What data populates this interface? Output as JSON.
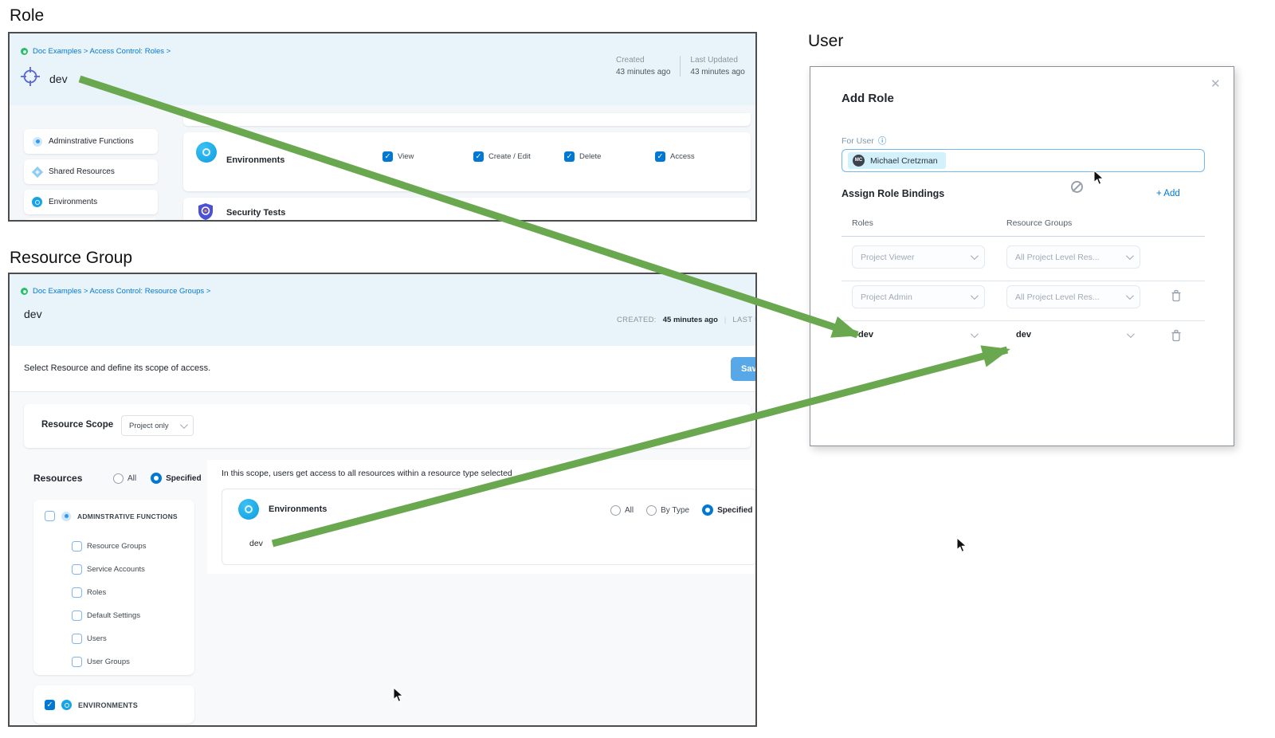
{
  "colors": {
    "accent_blue": "#0278d5",
    "arrow_green": "#6aa84f",
    "header_bg": "#e8f4fa",
    "save_button": "#58a8e8",
    "env_icon": "#0d9ce2"
  },
  "role_panel": {
    "section_title": "Role",
    "breadcrumb": "Doc Examples > Access Control: Roles >",
    "entity_name": "dev",
    "meta": {
      "created_label": "Created",
      "created_value": "43 minutes ago",
      "updated_label": "Last Updated",
      "updated_value": "43 minutes ago"
    },
    "sidebar_items": [
      {
        "label": "Adminstrative Functions"
      },
      {
        "label": "Shared Resources"
      },
      {
        "label": "Environments"
      }
    ],
    "permission_row": {
      "resource": "Environments",
      "permissions": [
        "View",
        "Create / Edit",
        "Delete",
        "Access"
      ]
    },
    "next_row": {
      "resource": "Security Tests"
    }
  },
  "resource_group_panel": {
    "section_title": "Resource Group",
    "breadcrumb": "Doc Examples > Access Control: Resource Groups >",
    "entity_name": "dev",
    "meta": {
      "created_label": "CREATED:",
      "created_value": "45 minutes ago",
      "updated_label": "LAST UPD"
    },
    "subheader": "Select Resource and define its scope of access.",
    "save_label": "Save",
    "resource_scope_label": "Resource Scope",
    "resource_scope_value": "Project only",
    "resources_label": "Resources",
    "resources_options": [
      {
        "label": "All",
        "selected": false
      },
      {
        "label": "Specified",
        "selected": true
      }
    ],
    "tree": {
      "parent": "ADMINSTRATIVE FUNCTIONS",
      "children": [
        "Resource Groups",
        "Service Accounts",
        "Roles",
        "Default Settings",
        "Users",
        "User Groups"
      ],
      "environments": "ENVIRONMENTS"
    },
    "scope_note": "In this scope, users get access to all resources within a resource type selected",
    "env_row": {
      "resource": "Environments",
      "options": [
        {
          "label": "All",
          "selected": false
        },
        {
          "label": "By Type",
          "selected": false
        },
        {
          "label": "Specified",
          "selected": true
        }
      ],
      "item": "dev"
    }
  },
  "user_panel": {
    "section_title": "User",
    "dialog_title": "Add Role",
    "for_user_label": "For User",
    "user_chip": {
      "initials": "MC",
      "name": "Michael Cretzman"
    },
    "bindings_label": "Assign Role Bindings",
    "add_label": "+ Add",
    "table": {
      "headers": [
        "Roles",
        "Resource Groups"
      ],
      "rows": [
        {
          "role": "Project Viewer",
          "resource_group": "All Project Level Res..."
        },
        {
          "role": "Project Admin",
          "resource_group": "All Project Level Res..."
        },
        {
          "role": "dev",
          "resource_group": "dev"
        }
      ]
    }
  }
}
